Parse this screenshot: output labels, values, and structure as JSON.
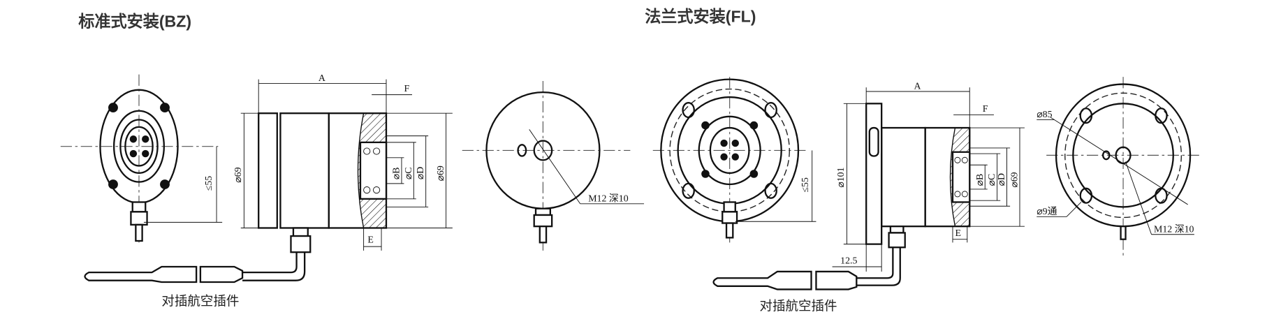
{
  "titles": {
    "bz": "标准式安装(BZ)",
    "fl": "法兰式安装(FL)"
  },
  "bz": {
    "dim_55": "≤55",
    "dim_A": "A",
    "dim_F": "F",
    "dim_E": "E",
    "dim_dia69_left": "⌀69",
    "dim_B": "⌀B",
    "dim_C": "⌀C",
    "dim_D": "⌀D",
    "dim_dia69_right": "⌀69",
    "thread": "M12  深10",
    "connector_label": "对插航空插件"
  },
  "fl": {
    "dim_55": "≤55",
    "dim_A": "A",
    "dim_F": "F",
    "dim_E": "E",
    "dim_dia101": "⌀101",
    "dim_B": "⌀B",
    "dim_C": "⌀C",
    "dim_D": "⌀D",
    "dim_dia69": "⌀69",
    "dim_12_5": "12.5",
    "dim_dia85": "⌀85",
    "dim_dia9": "⌀9通",
    "thread": "M12  深10",
    "connector_label": "对插航空插件"
  }
}
